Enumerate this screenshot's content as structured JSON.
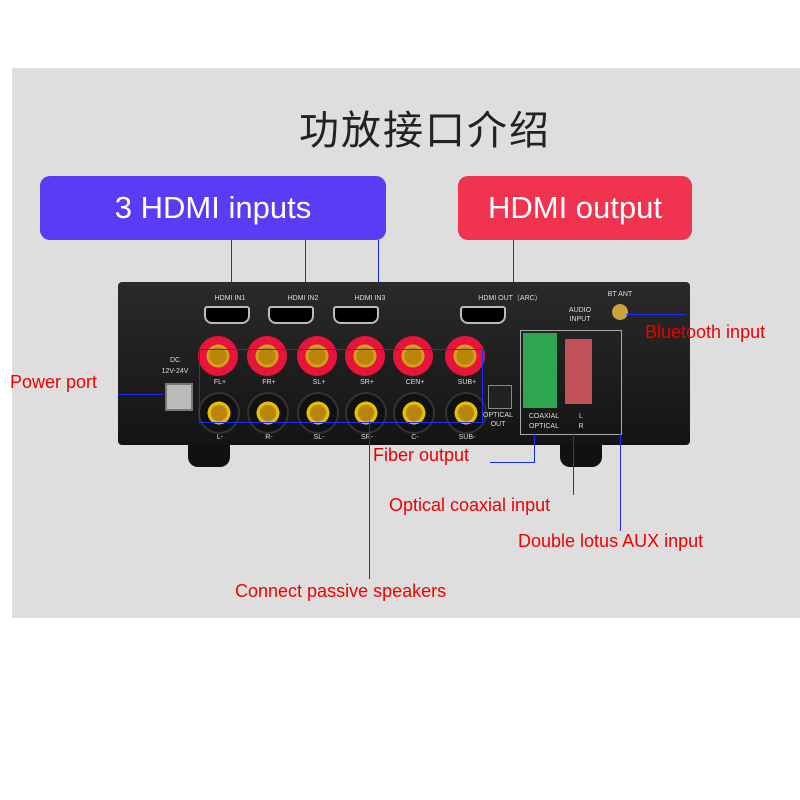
{
  "title": "功放接口介绍",
  "callouts": {
    "hdmi_inputs": "3 HDMI inputs",
    "hdmi_output": "HDMI output"
  },
  "annotations": {
    "bluetooth": "Bluetooth input",
    "power": "Power port",
    "fiber": "Fiber output",
    "optical_coaxial": "Optical coaxial input",
    "aux": "Double lotus AUX input",
    "speakers": "Connect passive speakers"
  },
  "device": {
    "hdmi_ports": [
      "HDMI IN1",
      "HDMI IN2",
      "HDMI IN3",
      "HDMI OUT（ARC）"
    ],
    "bt_ant": "BT ANT",
    "audio_input": "AUDIO INPUT",
    "dc": "DC",
    "dc_range": "12V-24V",
    "speaker_plus": [
      "FL+",
      "FR+",
      "SL+",
      "SR+",
      "CEN+",
      "SUB+"
    ],
    "speaker_minus": [
      "L-",
      "R-",
      "SL-",
      "SR-",
      "C-",
      "SUB-"
    ],
    "optical_out": "OPTICAL OUT",
    "coaxial": "COAXIAL",
    "optical": "OPTICAL",
    "l": "L",
    "r": "R"
  },
  "colors": {
    "hdmi_in_box": "#5b3cf5",
    "hdmi_out_box": "#f0334f",
    "annotation": "#e00000",
    "leader_line": "#1a2bff"
  }
}
